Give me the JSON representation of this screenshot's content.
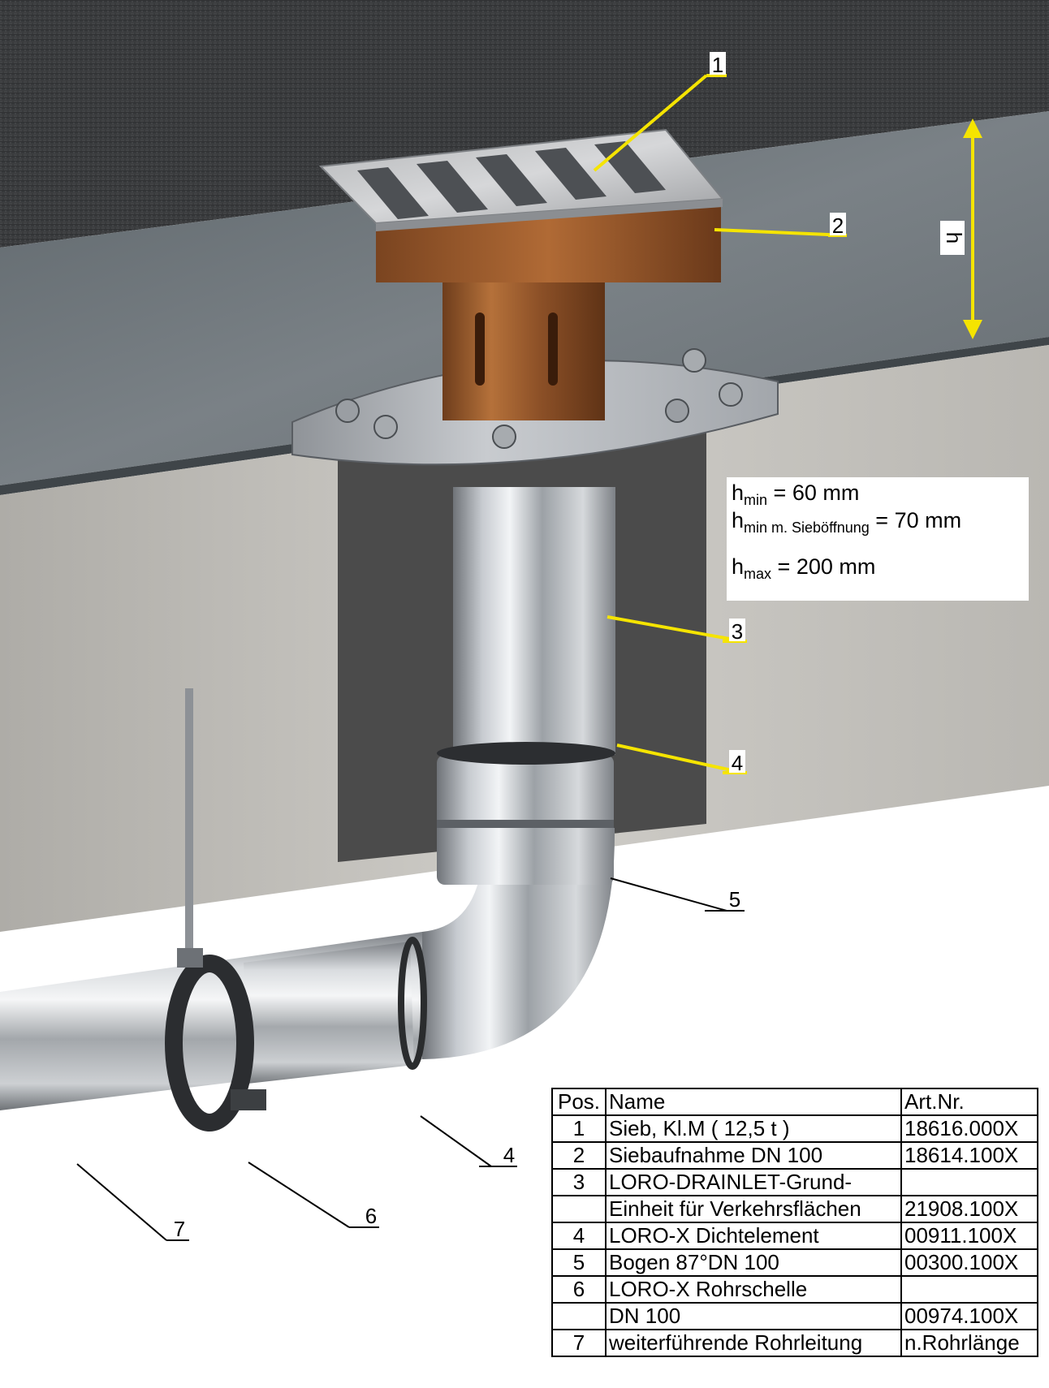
{
  "callouts": [
    "1",
    "2",
    "3",
    "4",
    "5",
    "4",
    "6",
    "7"
  ],
  "dimension_label": "h",
  "heights": {
    "hmin": {
      "sym": "h",
      "sub": "min",
      "value": " = 60 mm"
    },
    "hmin_sieb": {
      "sym": "h",
      "sub": "min m. Sieböffnung",
      "value": " = 70 mm"
    },
    "hmax": {
      "sym": "h",
      "sub": "max",
      "value": " = 200 mm"
    }
  },
  "table": {
    "headers": [
      "Pos.",
      "Name",
      "Art.Nr."
    ],
    "rows": [
      [
        "1",
        "Sieb, Kl.M ( 12,5 t )",
        "18616.000X"
      ],
      [
        "2",
        "Siebaufnahme DN 100",
        "18614.100X"
      ],
      [
        "3",
        "LORO-DRAINLET-Grund-",
        ""
      ],
      [
        "",
        "Einheit für Verkehrsflächen",
        "21908.100X"
      ],
      [
        "4",
        "LORO-X Dichtelement",
        "00911.100X"
      ],
      [
        "5",
        "Bogen 87°DN 100",
        "00300.100X"
      ],
      [
        "6",
        "LORO-X Rohrschelle",
        ""
      ],
      [
        "",
        "DN 100",
        "00974.100X"
      ],
      [
        "7",
        "weiterführende Rohrleitung",
        "n.Rohrlänge"
      ]
    ]
  },
  "colors": {
    "asphalt": "#3a3b3d",
    "concrete_slab": "#6c7378",
    "wall": "#c2c0bb",
    "channel": "#4a4a4a",
    "copper": "#a1602f",
    "steel": "#c9cdd1",
    "leader_yellow": "#f5e400"
  }
}
